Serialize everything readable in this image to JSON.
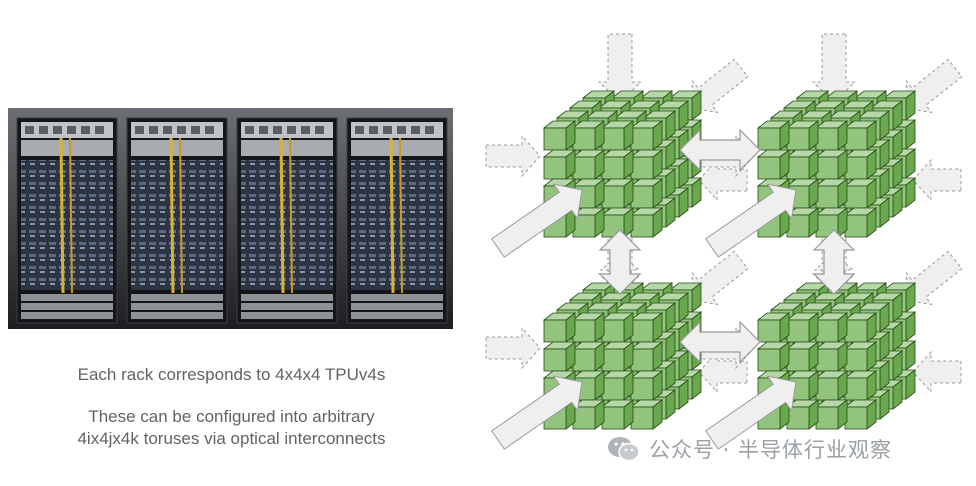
{
  "caption": {
    "line1": "Each rack corresponds to 4x4x4 TPUv4s",
    "line2": "These can be configured into arbitrary",
    "line3": "4ix4jx4k toruses via optical interconnects"
  },
  "watermark": {
    "text": "公众号 · 半导体行业观察",
    "icon": "wechat-icon"
  },
  "diagram": {
    "cube_grid": [
      4,
      4,
      4
    ],
    "cube_count": 4,
    "colors": {
      "cube_face": "#92c47d",
      "cube_top": "#b6d7a8",
      "cube_side": "#6aa84f",
      "arrow_fill": "#efefef",
      "arrow_stroke": "#999999"
    }
  },
  "photo": {
    "rack_count": 4,
    "subject": "rack-photo"
  }
}
